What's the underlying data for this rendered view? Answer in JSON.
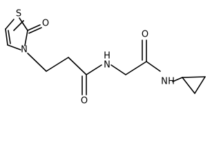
{
  "molecule": {
    "atoms": {
      "S1": "S",
      "O1": "O",
      "N1": "N",
      "O2": "O",
      "N2": "N",
      "H2": "H",
      "O3": "O",
      "N3": "N",
      "H3": "H"
    }
  }
}
